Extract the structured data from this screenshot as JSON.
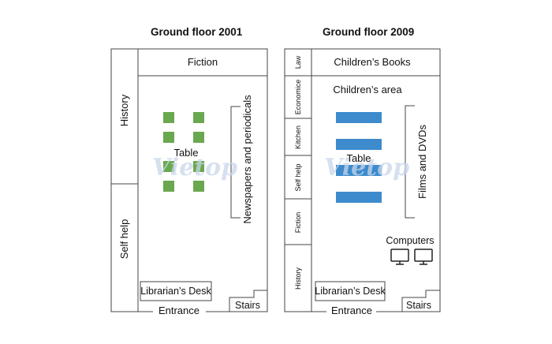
{
  "plans": [
    {
      "title": "Ground floor 2001",
      "rooms": {
        "top": "Fiction",
        "left_top": "History",
        "left_bottom": "Self help",
        "right_shelf": "Newspapers and periodicals",
        "center": "Table",
        "desk": "Librarian’s Desk",
        "entrance": "Entrance",
        "stairs": "Stairs"
      },
      "table_color": "#6aa84f"
    },
    {
      "title": "Ground floor 2009",
      "rooms": {
        "top": "Children’s Books",
        "area": "Children’s area",
        "left_sections": [
          "Law",
          "Economice",
          "Kitchen",
          "Self help",
          "Fiction",
          "History"
        ],
        "right_shelf": "Films and DVDs",
        "center": "Table",
        "computers": "Computers",
        "desk": "Librarian’s Desk",
        "entrance": "Entrance",
        "stairs": "Stairs"
      },
      "table_color": "#3d8bcd"
    }
  ],
  "watermark": "Vietop"
}
